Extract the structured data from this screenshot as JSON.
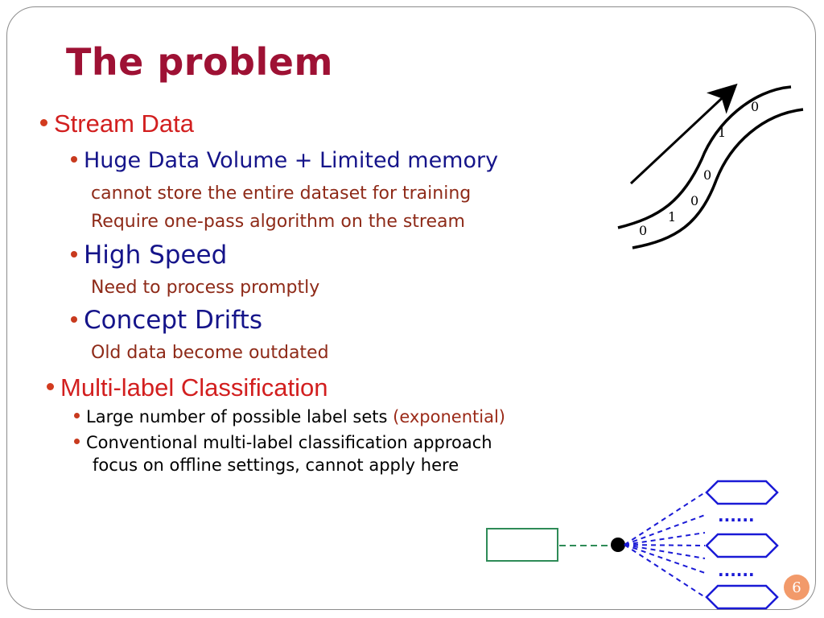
{
  "slide": {
    "title": "The problem",
    "page_number": "6"
  },
  "bullets": {
    "stream": {
      "label": "Stream Data",
      "huge": {
        "label": "Huge Data Volume + Limited memory",
        "notes": [
          "cannot store the entire dataset for training",
          "Require one-pass algorithm on the stream"
        ]
      },
      "speed": {
        "label": "High Speed",
        "notes": [
          "Need to process promptly"
        ]
      },
      "drift": {
        "label": "Concept Drifts",
        "notes": [
          "Old data become outdated"
        ]
      }
    },
    "multilabel": {
      "label": "Multi-label Classification",
      "large": {
        "text": "Large number of possible label sets ",
        "highlight": "(exponential)"
      },
      "conventional": {
        "line1": "Conventional multi-label classification approach",
        "line2": "focus on offline settings, cannot apply here"
      }
    }
  },
  "stream_figure": {
    "bits": [
      "0",
      "1",
      "0",
      "0",
      "1",
      "0"
    ]
  },
  "tree_figure": {
    "ellipses": [
      "......",
      "......"
    ]
  },
  "colors": {
    "title": "#9e1134",
    "level1": "#d21f1f",
    "level2": "#15148a",
    "level3": "#8e2a18",
    "tree_lines": "#1a1ad6",
    "root_box": "#2e8b57",
    "page_badge": "#f29a6a"
  }
}
